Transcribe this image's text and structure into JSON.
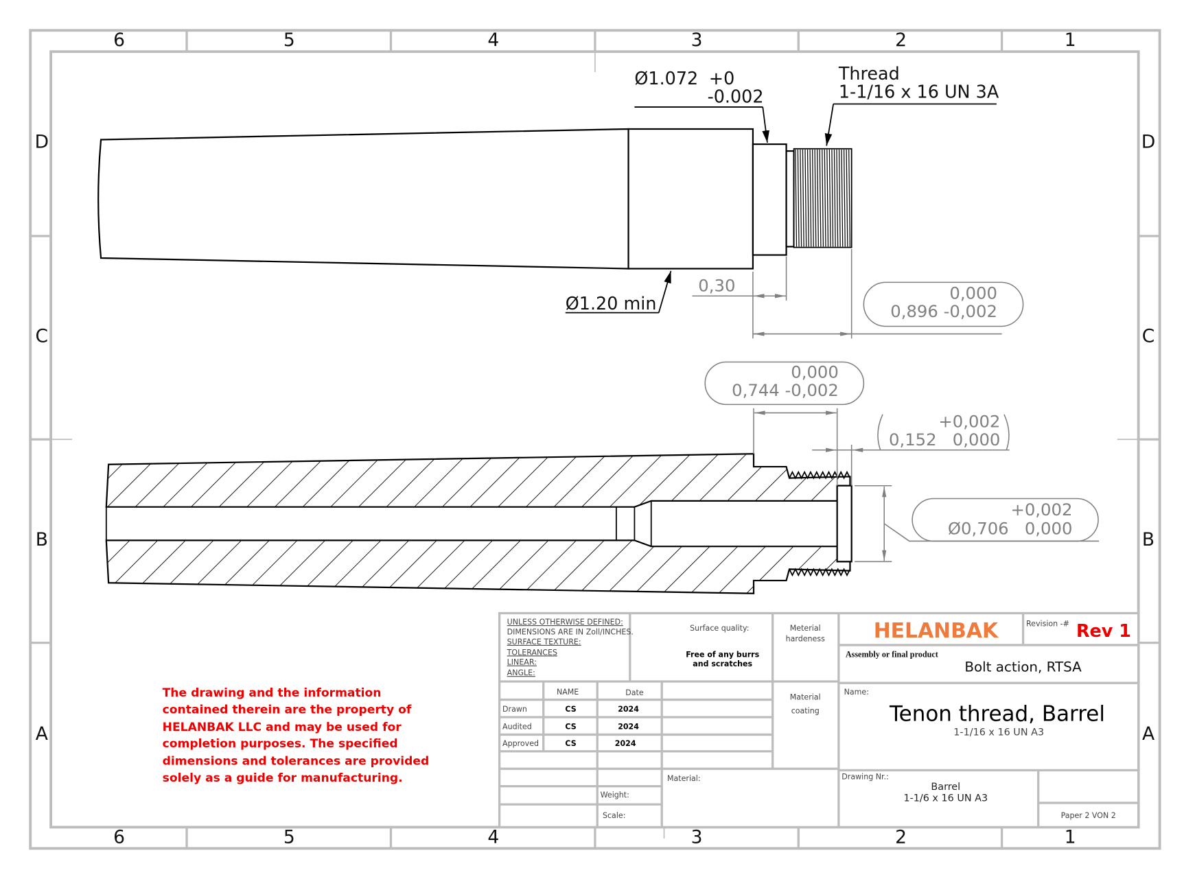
{
  "frame": {
    "columns": [
      "6",
      "5",
      "4",
      "3",
      "2",
      "1"
    ],
    "rows": [
      "D",
      "C",
      "B",
      "A"
    ]
  },
  "side_view": {
    "dia_1072": "Ø1.072",
    "dia_1072_tol_plus": "+0",
    "dia_1072_tol_minus": "-0.002",
    "thread_label": "Thread",
    "thread_spec": "1-1/16 x 16 UN 3A",
    "dia_120": "Ø1.20 min",
    "len_030": "0,30",
    "len_0896_upper": "0,000",
    "len_0896_lower": "0,896 -0,002"
  },
  "section_view": {
    "len_0744_upper": "0,000",
    "len_0744_lower": "0,744 -0,002",
    "len_0152_upper": "+0,002",
    "len_0152_lower": "0,152   0,000",
    "dia_0706_upper": "+0,002",
    "dia_0706_lower": "Ø0,706   0,000"
  },
  "notice": [
    "The drawing and the information",
    "contained therein are the property of",
    "HELANBAK LLC and may be used for",
    "completion purposes. The specified",
    "dimensions and tolerances are provided",
    "solely as a guide for manufacturing."
  ],
  "title_block": {
    "defaults": [
      "UNLESS OTHERWISE DEFINED:",
      "DIMENSIONS ARE IN Zoll/INCHES.",
      "SURFACE TEXTURE:",
      "TOLERANCES",
      "LINEAR:",
      "ANGLE:"
    ],
    "surface_quality_label": "Surface quality:",
    "surface_quality_line1": "Free of any burrs",
    "surface_quality_line2": "and scratches",
    "hardness_line1": "Meterial",
    "hardness_line2": "hardeness",
    "coating_line1": "Material",
    "coating_line2": "coating",
    "company": "HELANBAK",
    "revision_label": "Revision -#",
    "revision": "Rev 1",
    "assembly_label": "Assembly or final product",
    "assembly": "Bolt action, RTSA",
    "name_label": "Name:",
    "name": "Tenon thread, Barrel",
    "name_sub": "1-1/16 x 16 UN A3",
    "table_headers": [
      "NAME",
      "Date"
    ],
    "table_rows": [
      {
        "role": "Drawn",
        "name": "CS",
        "date": "2024"
      },
      {
        "role": "Audited",
        "name": "CS",
        "date": "2024"
      },
      {
        "role": "Approved",
        "name": "CS",
        "date": "2024"
      }
    ],
    "material_label": "Material:",
    "weight_label": "Weight:",
    "scale_label": "Scale:",
    "drawing_nr_label": "Drawing Nr.:",
    "drawing_nr_line1": "Barrel",
    "drawing_nr_line2": "1-1/6 x 16 UN A3",
    "sheet": "Paper 2 VON 2"
  },
  "colors": {
    "company": "#f07a3c",
    "revision": "#ee0000",
    "notice": "#ee0000",
    "border": "#bdbdbd"
  }
}
